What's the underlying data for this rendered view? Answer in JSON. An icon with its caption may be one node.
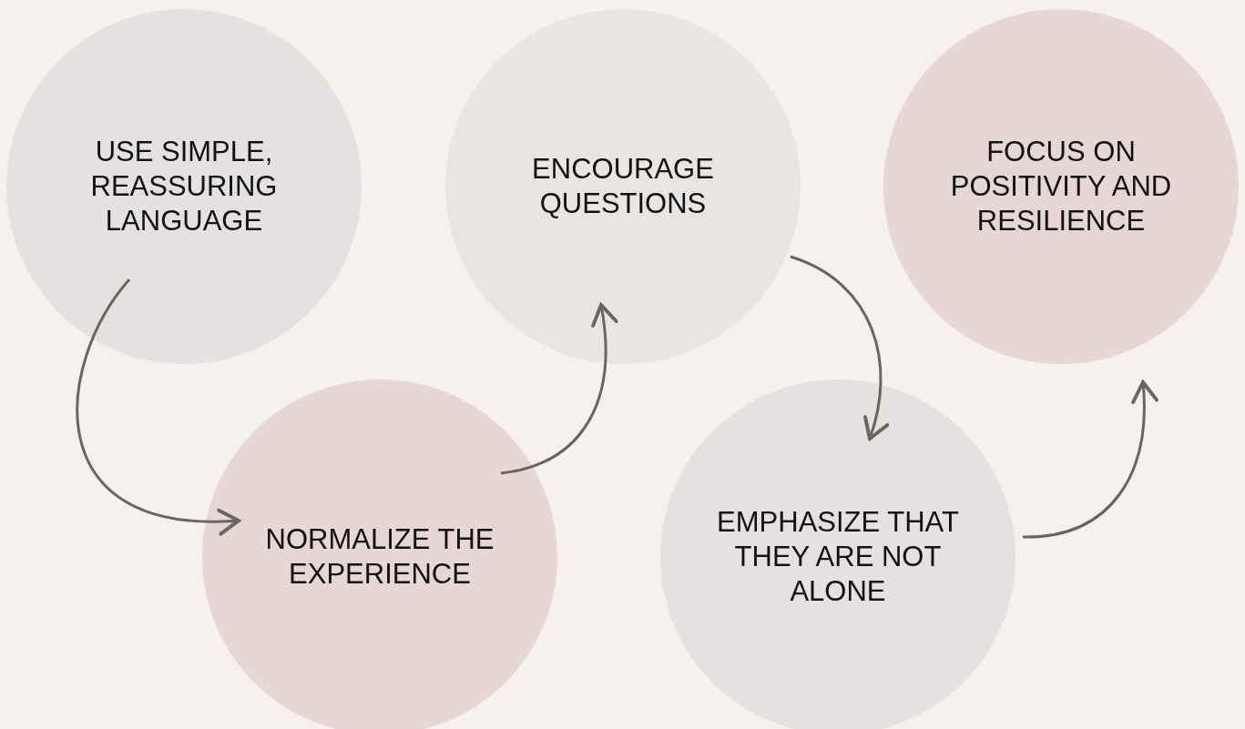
{
  "diagram": {
    "nodes": [
      {
        "text": [
          "USE SIMPLE, REASSURING LANGUAGE"
        ]
      },
      {
        "text": [
          "NORMALIZE THE EXPERIENCE"
        ]
      },
      {
        "text": [
          "ENCOURAGE QUESTIONS"
        ]
      },
      {
        "text": [
          "EMPHASIZE THAT THEY ARE NOT ALONE"
        ]
      },
      {
        "text": [
          "FOCUS ON POSITIVITY AND RESILIENCE"
        ]
      }
    ],
    "edges": [
      {
        "from": 0,
        "to": 1,
        "arrow": "to"
      },
      {
        "from": 1,
        "to": 2,
        "arrow": "to"
      },
      {
        "from": 2,
        "to": 3,
        "arrow": "to"
      },
      {
        "from": 3,
        "to": 4,
        "arrow": "to"
      }
    ]
  }
}
